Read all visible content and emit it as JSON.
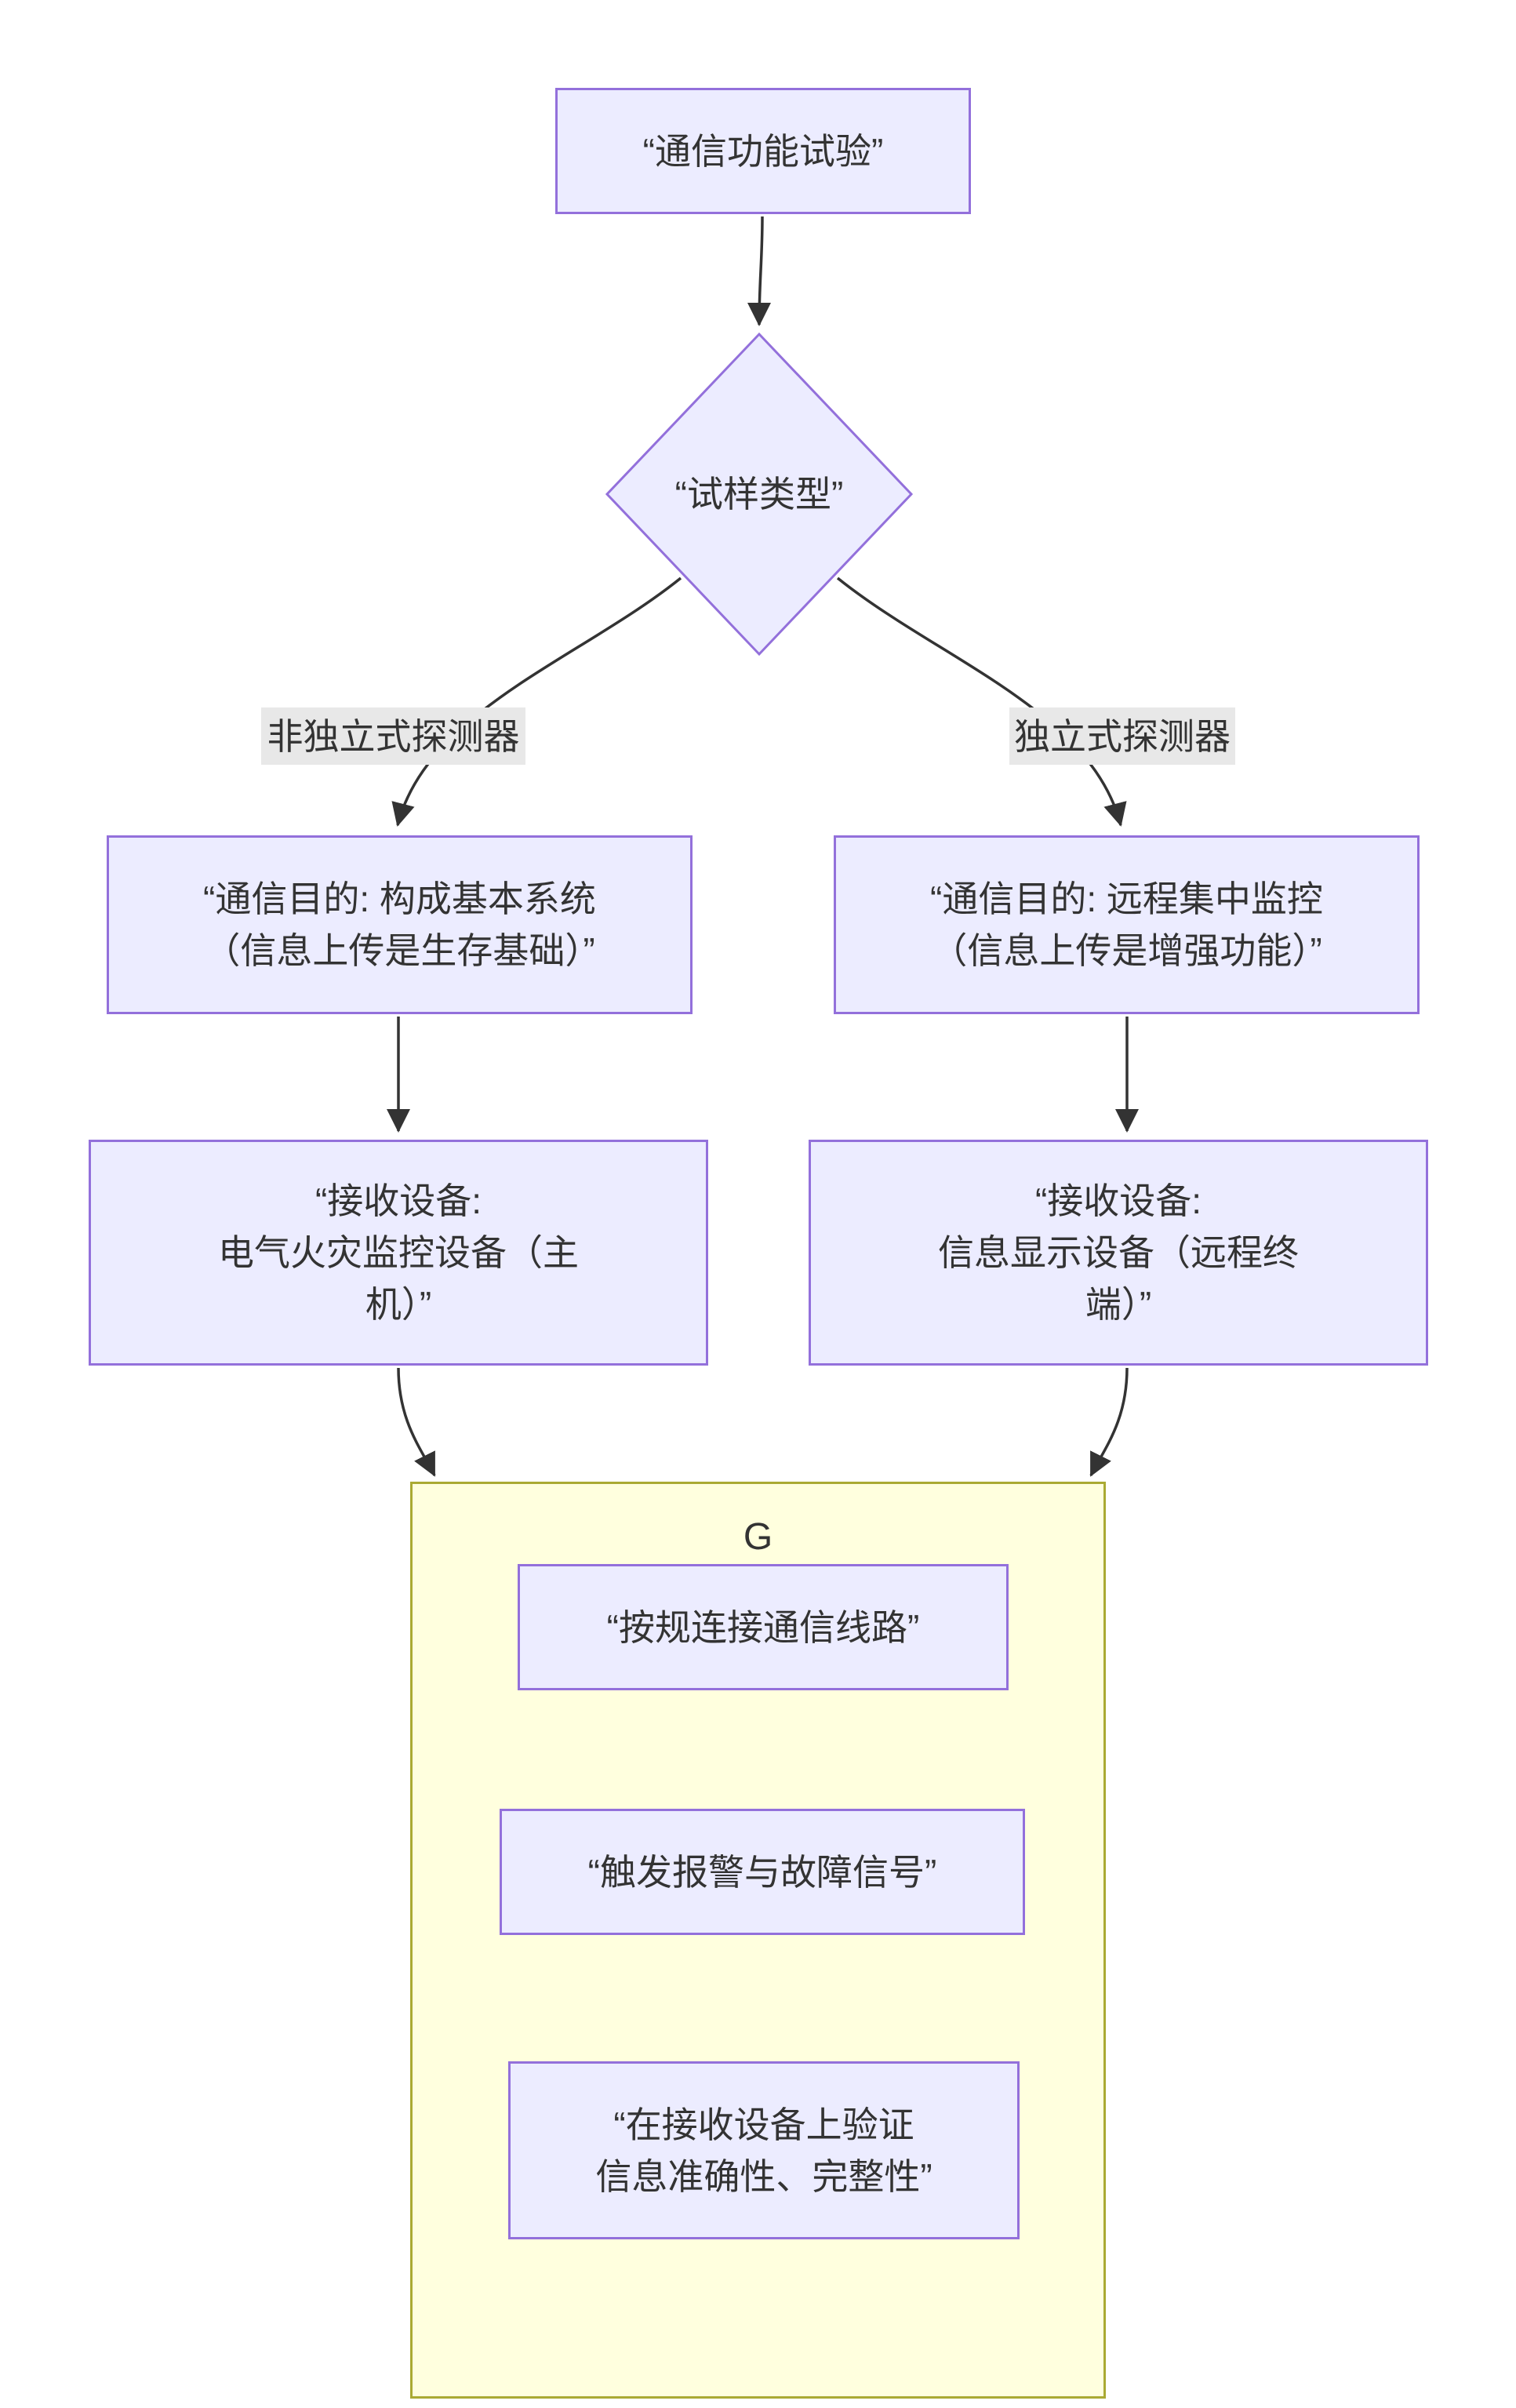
{
  "diagram": {
    "nodes": {
      "start": {
        "label": "“通信功能试验”"
      },
      "decision": {
        "label": "“试样类型”"
      },
      "purpose_left": {
        "lines": [
          "“通信目的: 构成基本系统",
          "（信息上传是生存基础）”"
        ]
      },
      "purpose_right": {
        "lines": [
          "“通信目的: 远程集中监控",
          "（信息上传是增强功能）”"
        ]
      },
      "receiver_left": {
        "lines": [
          "“接收设备:",
          "电气火灾监控设备（主",
          "机）”"
        ]
      },
      "receiver_right": {
        "lines": [
          "“接收设备:",
          "信息显示设备（远程终",
          "端）”"
        ]
      },
      "subgraph": {
        "title": "G"
      },
      "step_connect": {
        "label": "“按规连接通信线路”"
      },
      "step_trigger": {
        "label": "“触发报警与故障信号”"
      },
      "step_verify": {
        "lines": [
          "“在接收设备上验证",
          "信息准确性、完整性”"
        ]
      }
    },
    "edge_labels": {
      "left": "非独立式探测器",
      "right": "独立式探测器"
    },
    "colors": {
      "node_fill": "#ECECFF",
      "node_border": "#9370DB",
      "cluster_fill": "#FFFFDE",
      "cluster_border": "#AAAA33",
      "edge": "#333333",
      "label_bg": "#E8E8E8",
      "text": "#333333"
    }
  }
}
